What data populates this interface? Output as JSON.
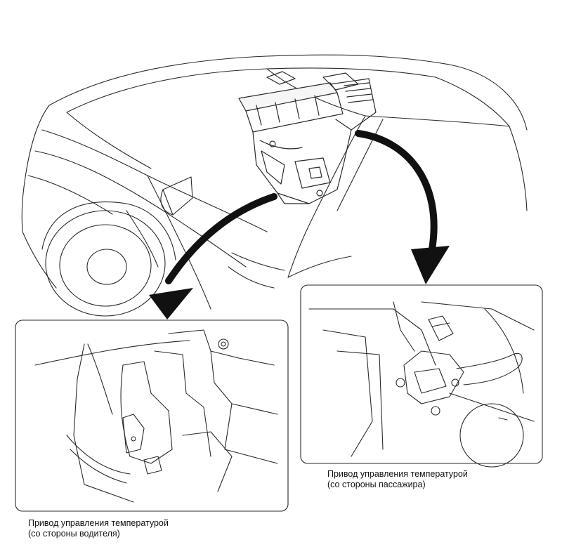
{
  "callouts": {
    "passenger": {
      "line1": "Привод управления температурой",
      "line2": "(со стороны пассажира)"
    },
    "driver": {
      "line1": "Привод управления температурой",
      "line2": "(со стороны водителя)"
    }
  },
  "colors": {
    "line": "#2a2a2a",
    "arrow": "#111111",
    "background": "#ffffff"
  }
}
